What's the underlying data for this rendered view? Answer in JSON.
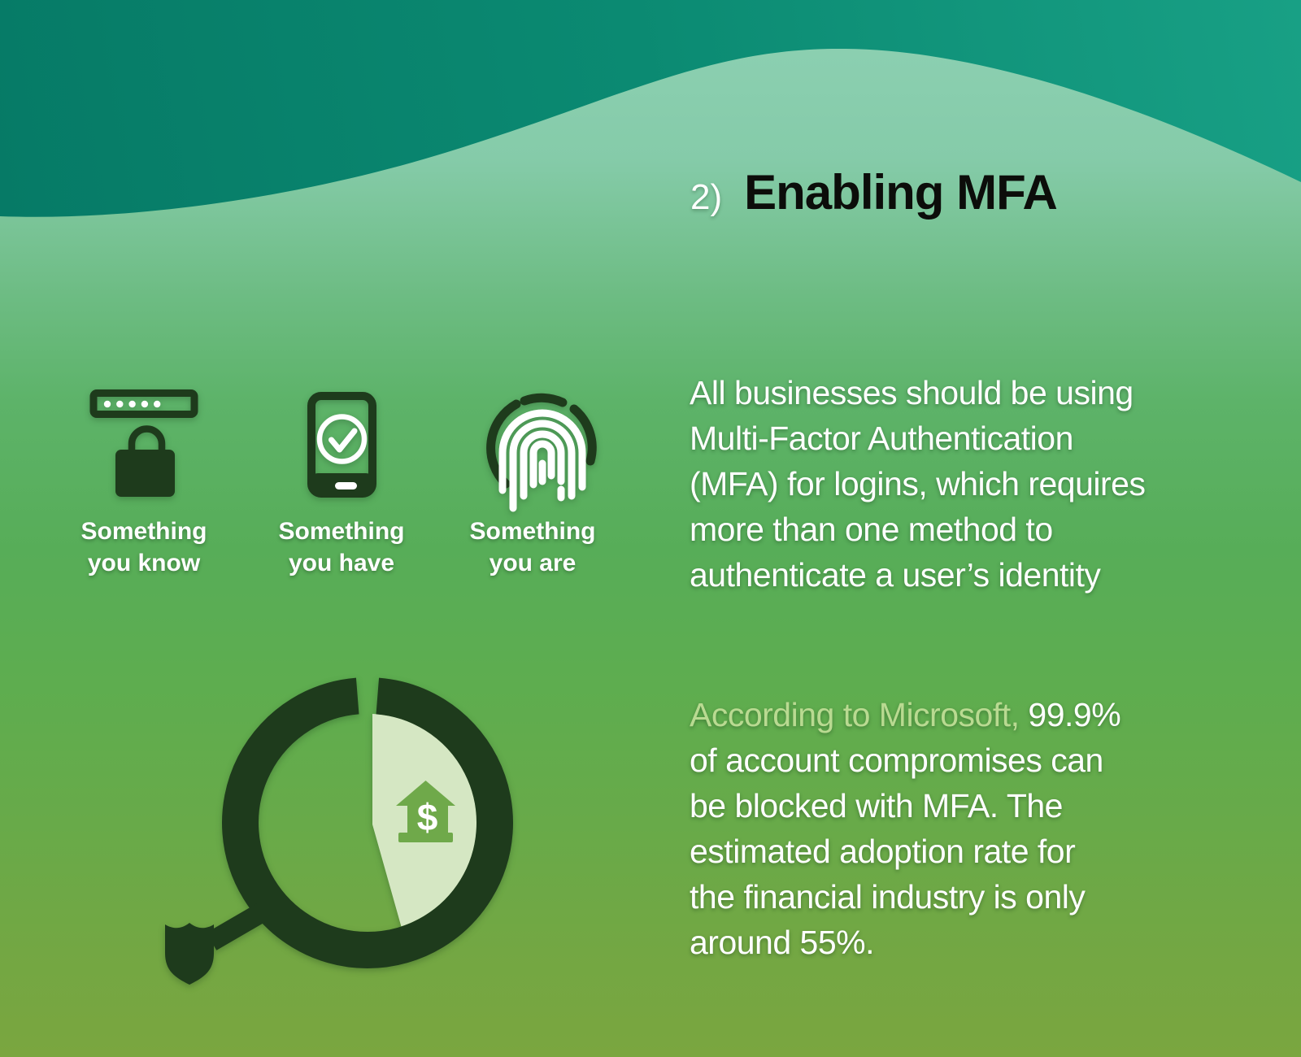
{
  "header": {
    "number": "2)",
    "title": "Enabling MFA"
  },
  "factors": [
    {
      "label": "Something\nyou know",
      "icon": "password-lock-icon"
    },
    {
      "label": "Something\nyou have",
      "icon": "phone-check-icon"
    },
    {
      "label": "Something\nyou are",
      "icon": "fingerprint-icon"
    }
  ],
  "intro_paragraph": "All businesses should be using\nMulti-Factor Authentication\n(MFA) for logins, which requires\nmore than one method to\nauthenticate a user’s identity",
  "stats": {
    "highlight": "According to Microsoft,",
    "line1_rest": " 99.9%",
    "rest": "of account compromises can\nbe blocked with MFA. The\nestimated adoption rate for\nthe financial industry is only\naround 55%."
  },
  "bank_icon": {
    "dollar": "$"
  },
  "chart_data": {
    "type": "donut",
    "title": "MFA adoption rate (financial industry)",
    "slices": [
      {
        "name": "pale-highlight-wedge",
        "percent": 45
      },
      {
        "name": "open-remainder",
        "percent": 55
      }
    ],
    "related_stat_in_text": "around 55%",
    "center_icon": "bank-dollar-icon",
    "decorations": [
      "magnifier-handle",
      "shield-icon"
    ],
    "ring_gap_position": "top"
  },
  "colors": {
    "wave_teal_dark": "#067a66",
    "wave_teal_light": "#18a085",
    "background_top_seafoam": "#8ed1b4",
    "background_bottom_olive": "#7aa63f",
    "ink_dark_green": "#1e3b1c",
    "pale_slice": "#d5e7c3",
    "bank_green": "#6fa94a",
    "highlight_text_green": "#b9da91",
    "title_black": "#0c0d0a",
    "text_white": "#ffffff"
  }
}
